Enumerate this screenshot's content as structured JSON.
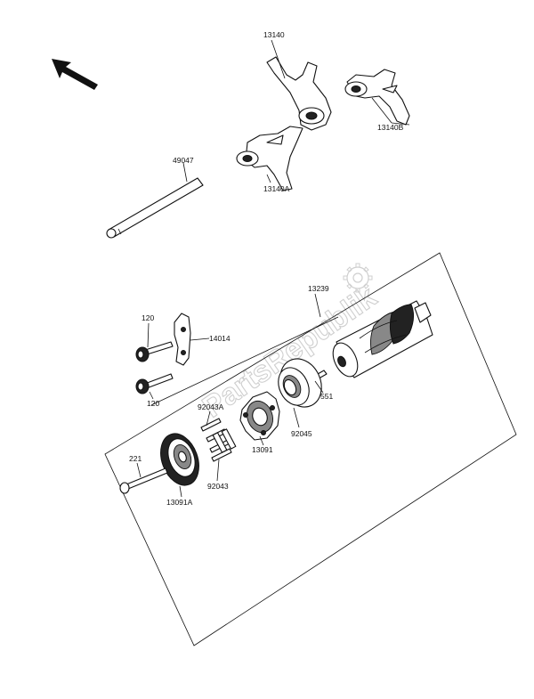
{
  "watermark": "PartsRepublik",
  "colors": {
    "ink": "#111111",
    "watermark": "#cfcfcf",
    "background": "#ffffff"
  },
  "icons": {
    "direction_arrow": "arrow-up-left-icon",
    "watermark_gear": "gear-icon"
  },
  "labels": {
    "p13140": "13140",
    "p13140B": "13140B",
    "p13140A": "13140A",
    "p49047": "49047",
    "p13239": "13239",
    "p120a": "120",
    "p14014": "14014",
    "p120b": "120",
    "p92043A": "92043A",
    "p551": "551",
    "p92045": "92045",
    "p13091": "13091",
    "p221": "221",
    "p92043": "92043",
    "p13091A": "13091A"
  }
}
